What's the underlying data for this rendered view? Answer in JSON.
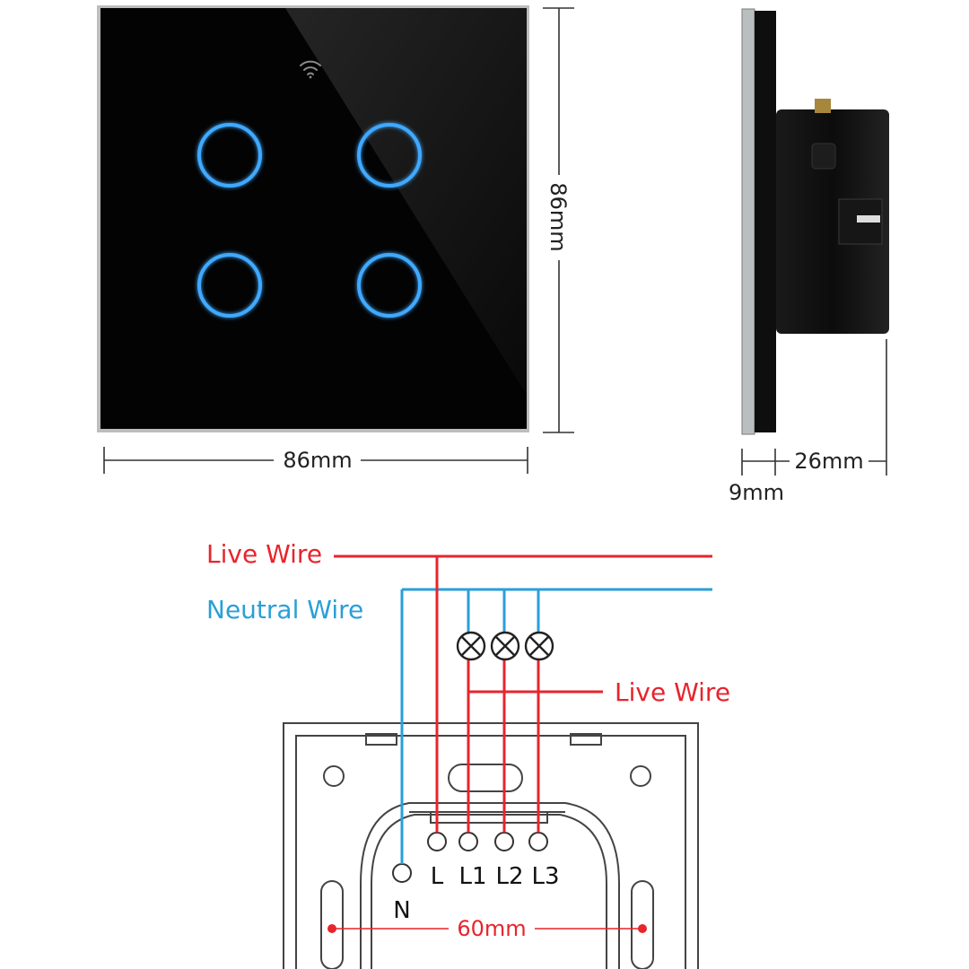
{
  "dimensions": {
    "front_width": "86mm",
    "front_height": "86mm",
    "side_depth": "26mm",
    "side_plate": "9mm",
    "mount_spacing": "60mm"
  },
  "wiring": {
    "live_wire_top": "Live Wire",
    "neutral_wire": "Neutral Wire",
    "live_wire_right": "Live Wire"
  },
  "terminals": {
    "n": "N",
    "l": "L",
    "l1": "L1",
    "l2": "L2",
    "l3": "L3"
  },
  "colors": {
    "live": "#e8242c",
    "neutral": "#2a9fd8",
    "ring_glow": "#3fa9ff",
    "panel": "#050505",
    "line": "#333333"
  },
  "icons": {
    "wifi": "wifi-icon",
    "lamp": "lamp-icon"
  }
}
